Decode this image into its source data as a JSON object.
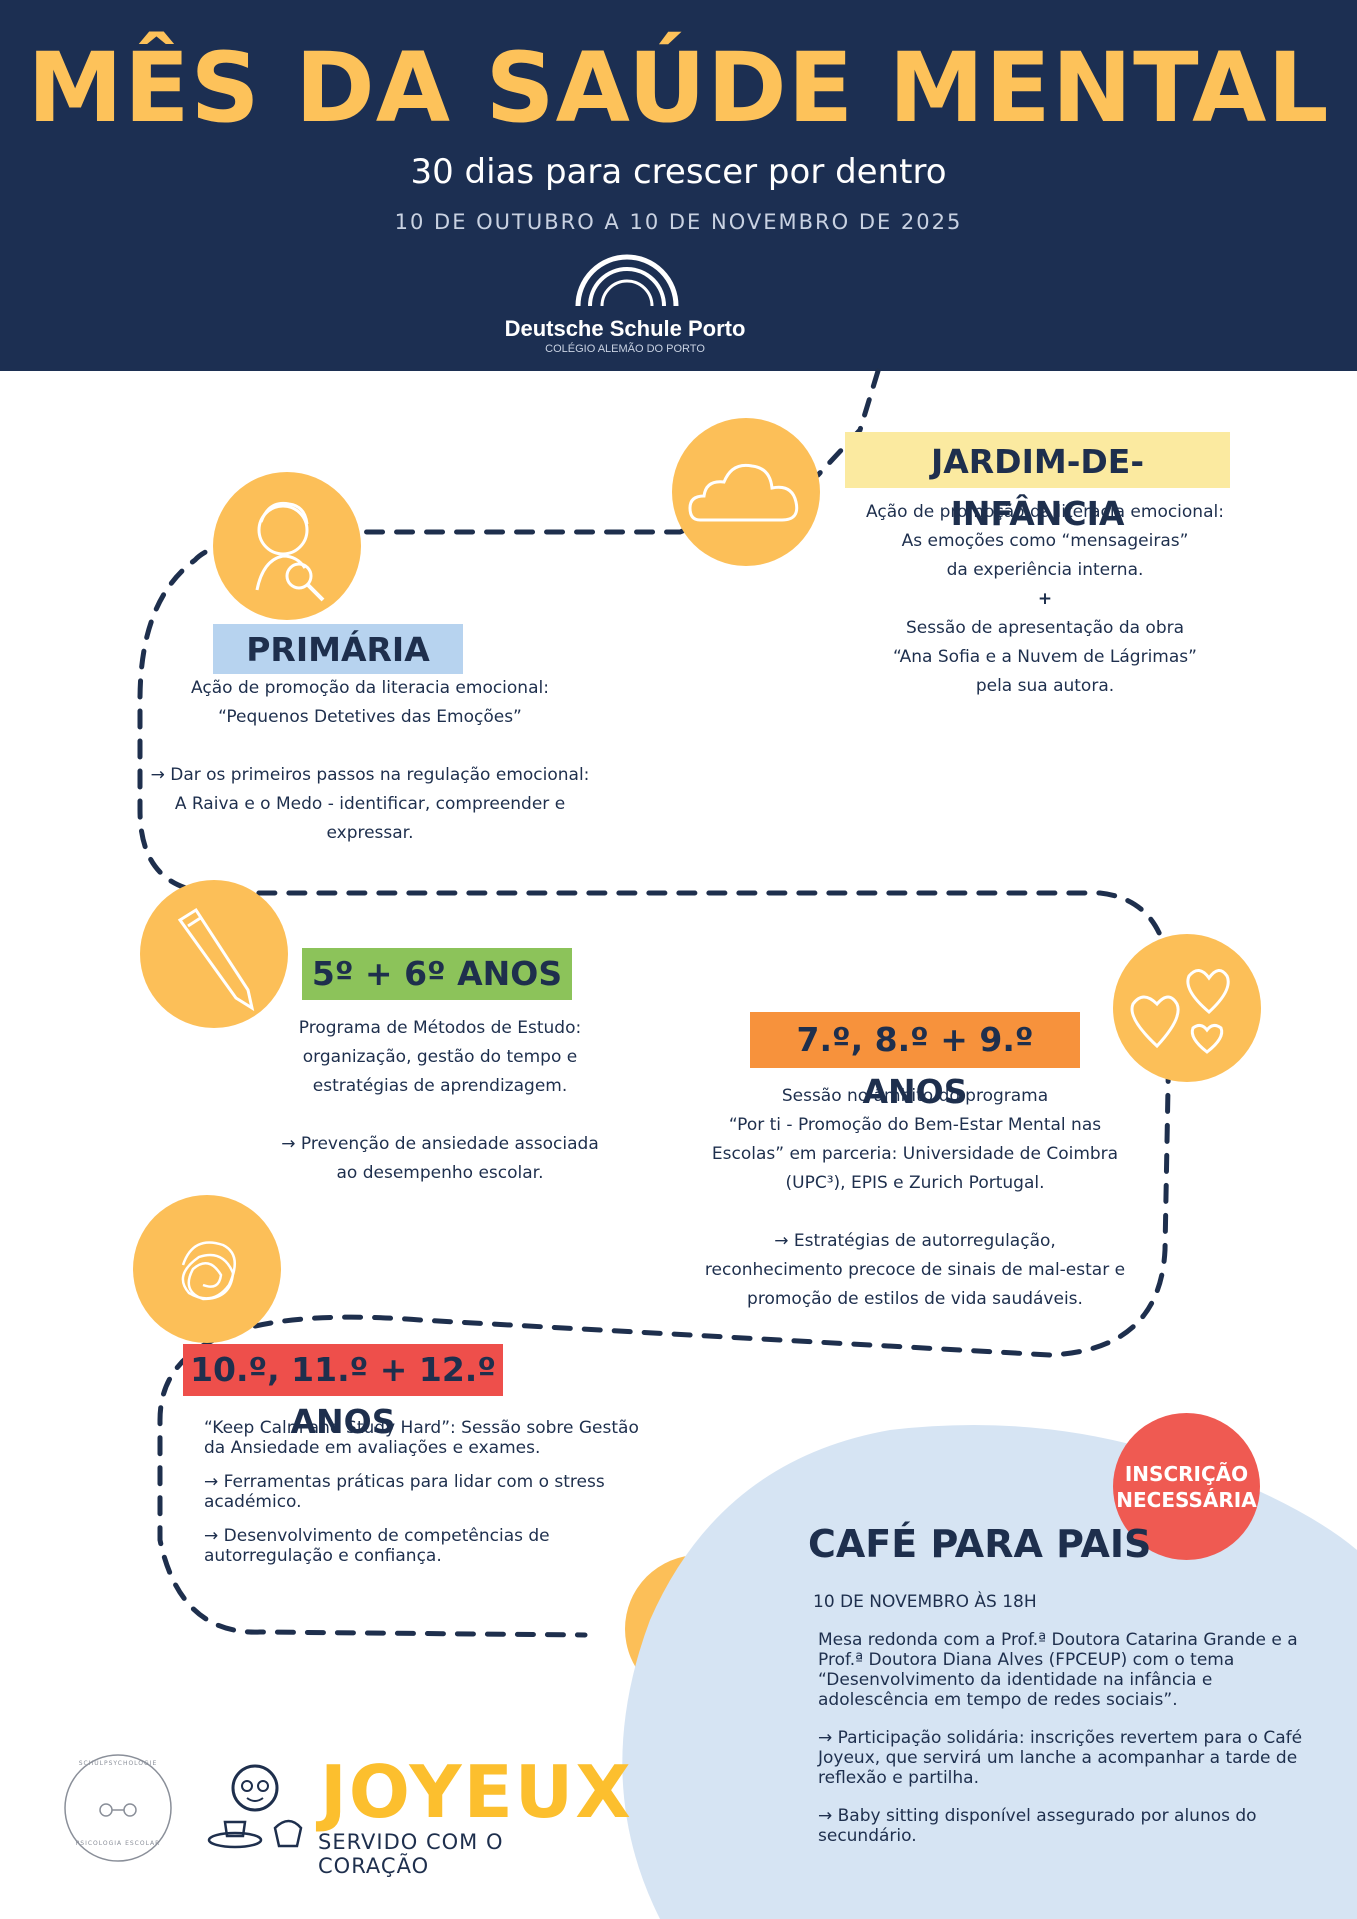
{
  "header": {
    "title": "MÊS DA SAÚDE MENTAL",
    "subtitle": "30 dias para crescer por dentro",
    "dates": "10 DE OUTUBRO A 10 DE NOVEMBRO DE 2025",
    "school_name": "Deutsche Schule Porto",
    "school_sub": "COLÉGIO ALEMÃO DO PORTO"
  },
  "colors": {
    "navy": "#1c2f52",
    "yellow": "#fcbf58",
    "title_yellow": "#fdc25a",
    "label_yellow": "#fbeaa0",
    "label_blue": "#b7d3ef",
    "label_green": "#8cc35a",
    "label_orange": "#f7923c",
    "label_red": "#ee4f4b",
    "light_blue": "#d6e4f3",
    "badge_red": "#ef5a52"
  },
  "icons": [
    "cloud-icon",
    "child-magnifier-icon",
    "pencil-icon",
    "hearts-icon",
    "scribble-icon",
    "coffee-cup-icon"
  ],
  "jardim": {
    "label": "JARDIM-DE-INFÂNCIA",
    "lines": [
      "Ação de promoção da literacia emocional:",
      "As  emoções como  “mensageiras”",
      "da experiência interna.",
      "+",
      "Sessão de apresentação da obra",
      "“Ana Sofia e a Nuvem de Lágrimas”",
      "pela sua autora."
    ]
  },
  "primaria": {
    "label": "PRIMÁRIA",
    "lines": [
      "Ação de promoção da literacia emocional:",
      "“Pequenos Detetives das Emoções”",
      "",
      "→ Dar os primeiros passos na regulação emocional:",
      "A Raiva e o Medo - identificar, compreender e",
      "expressar."
    ]
  },
  "anos56": {
    "label": "5º + 6º ANOS",
    "lines": [
      "Programa de Métodos de Estudo:",
      "organização, gestão do tempo e",
      "estratégias de aprendizagem.",
      "",
      "→  Prevenção de ansiedade associada",
      "ao desempenho escolar."
    ]
  },
  "anos789": {
    "label": "7.º, 8.º + 9.º ANOS",
    "lines": [
      "Sessão no âmbito do programa",
      "“Por ti - Promoção do Bem-Estar Mental nas",
      "Escolas” em parceria: Universidade de Coimbra",
      "(UPC³), EPIS e Zurich Portugal.",
      "",
      "→ Estratégias de autorregulação,",
      "reconhecimento precoce de sinais de mal-estar e",
      "promoção de estilos de vida saudáveis."
    ]
  },
  "anos101112": {
    "label": "10.º, 11.º + 12.º ANOS",
    "p1": "“Keep Calm and Study Hard”: Sessão sobre Gestão da Ansiedade em avaliações e exames.",
    "p2": "→ Ferramentas práticas para lidar com o stress académico.",
    "p3": "→ Desenvolvimento de competências de autorregulação e confiança."
  },
  "cafe": {
    "badge": "INSCRIÇÃO NECESSÁRIA",
    "title": "CAFÉ PARA PAIS",
    "date": "10 DE NOVEMBRO ÀS 18H",
    "p1": "Mesa redonda com a Prof.ª Doutora Catarina Grande e a Prof.ª Doutora Diana Alves (FPCEUP) com o tema “Desenvolvimento da identidade na infância e adolescência em tempo de redes sociais”.",
    "p2": "→ Participação solidária: inscrições revertem para o Café Joyeux, que servirá um lanche a acompanhar a tarde de reflexão e partilha.",
    "p3": "→ Baby sitting disponível assegurado por alunos do secundário."
  },
  "footer": {
    "joyeux": "JOYEUX",
    "joyeux_sub": "SERVIDO COM O CORAÇÃO",
    "stamp_top": "SCHULPSYCHOLOGIE",
    "stamp_bottom": "PSICOLOGIA ESCOLAR"
  }
}
